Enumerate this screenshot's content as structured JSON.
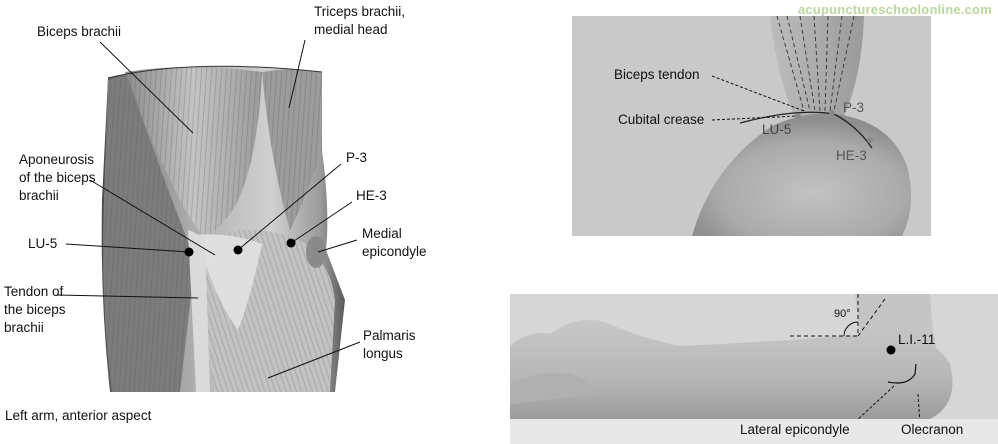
{
  "watermark": "acupunctureschoolonline.com",
  "left_figure": {
    "caption": "Left arm, anterior aspect",
    "labels": {
      "biceps_brachii": "Biceps brachii",
      "triceps_line1": "Triceps brachii,",
      "triceps_line2": "medial head",
      "aponeurosis_line1": "Aponeurosis",
      "aponeurosis_line2": "of the biceps",
      "aponeurosis_line3": "brachii",
      "p3": "P-3",
      "he3": "HE-3",
      "lu5": "LU-5",
      "medial_line1": "Medial",
      "medial_line2": "epicondyle",
      "tendon_line1": "Tendon of",
      "tendon_line2": "the biceps",
      "tendon_line3": "brachii",
      "palmaris_line1": "Palmaris",
      "palmaris_line2": "longus"
    }
  },
  "top_right_photo": {
    "labels": {
      "biceps_tendon": "Biceps tendon",
      "cubital_crease": "Cubital crease",
      "lu5": "LU-5",
      "p3": "P-3",
      "he3": "HE-3"
    }
  },
  "bottom_right_photo": {
    "labels": {
      "angle": "90°",
      "li11": "L.I.-11",
      "lateral_epicondyle": "Lateral epicondyle",
      "olecranon": "Olecranon"
    }
  },
  "colors": {
    "watermark": "#b8d89a",
    "photo_bg_top": "#c9c9c9",
    "skin_top": "#b3b3b3",
    "photo_bg_bottom": "#d6d6d6",
    "skin_bottom": "#bdbdbd",
    "muscle_dark": "#6a6a6a",
    "muscle_light": "#d8d8d8"
  }
}
